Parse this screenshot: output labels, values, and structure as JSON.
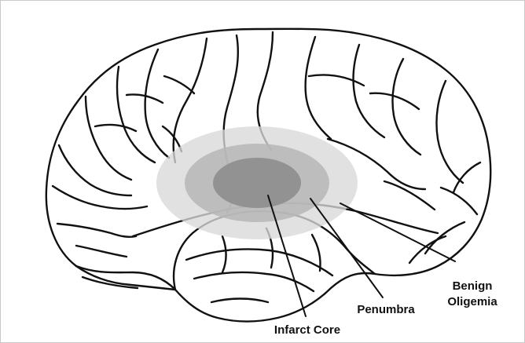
{
  "diagram": {
    "labels": {
      "infarct_core": "Infarct Core",
      "penumbra": "Penumbra",
      "benign_oligemia_line1": "Benign",
      "benign_oligemia_line2": "Oligemia"
    },
    "colors": {
      "outline": "#111111",
      "benign_oligemia_zone": "#d9d9d9",
      "penumbra_zone": "#b6b6b6",
      "infarct_core_zone": "#8f8f8f",
      "background": "#ffffff"
    },
    "icons": {
      "brain": "brain-lateral-view-icon"
    }
  }
}
